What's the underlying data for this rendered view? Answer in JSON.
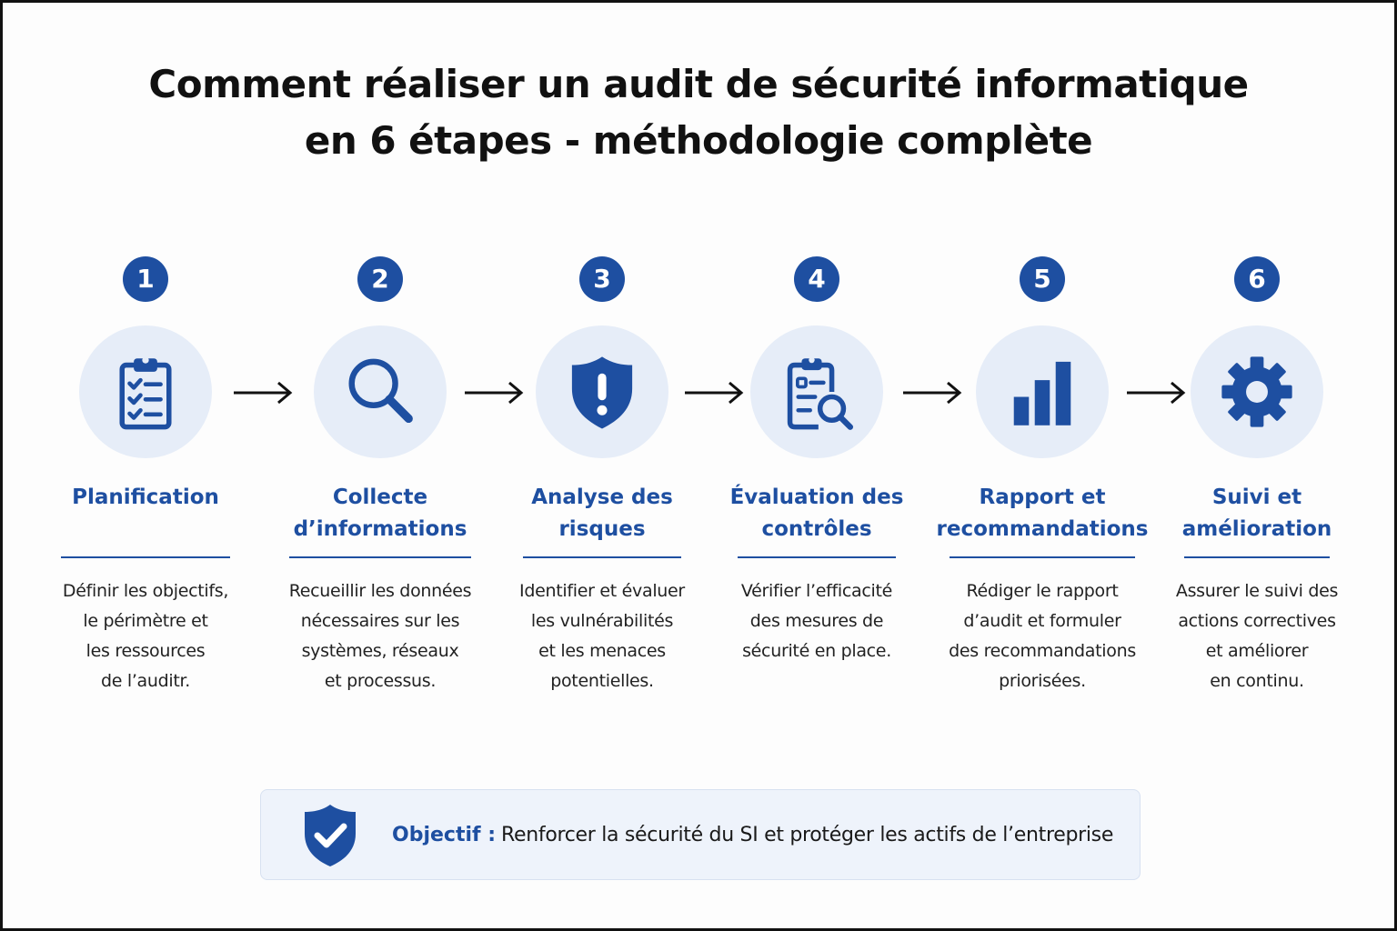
{
  "title": {
    "line1": "Comment réaliser un audit de sécurité informatique",
    "line2": "en 6 étapes - méthodologie complète"
  },
  "colors": {
    "accent": "#1e4fa1",
    "icon_circle": "#e6edf8",
    "objective_bg": "#eef3fb"
  },
  "steps": [
    {
      "number": "1",
      "icon": "clipboard-checklist-icon",
      "title": "Planification",
      "description": "Définir les objectifs,\nle périmètre et\nles ressources\nde l’auditr."
    },
    {
      "number": "2",
      "icon": "magnifying-glass-icon",
      "title": "Collecte\nd’informations",
      "description": "Recueillir les données\nnécessaires sur les\nsystèmes, réseaux\net processus."
    },
    {
      "number": "3",
      "icon": "shield-exclamation-icon",
      "title": "Analyse des\nrisques",
      "description": "Identifier et évaluer\nles vulnérabilités\net les menaces\npotentielles."
    },
    {
      "number": "4",
      "icon": "clipboard-search-icon",
      "title": "Évaluation des\ncontrôles",
      "description": "Vérifier l’efficacité\ndes mesures de\nsécurité en place."
    },
    {
      "number": "5",
      "icon": "bar-chart-icon",
      "title": "Rapport et\nrecommandations",
      "description": "Rédiger le rapport\nd’audit et formuler\ndes recommandations\npriorisées."
    },
    {
      "number": "6",
      "icon": "gear-icon",
      "title": "Suivi et\namélioration",
      "description": "Assurer le suivi des\nactions correctives\net améliorer\nen continu."
    }
  ],
  "objective": {
    "icon": "shield-check-icon",
    "label": "Objectif :",
    "text": "Renforcer la sécurité du SI et protéger les actifs de l’entreprise"
  }
}
